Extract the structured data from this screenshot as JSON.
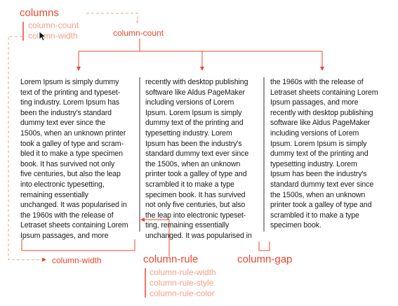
{
  "labels": {
    "columns": "columns",
    "column_count_sub": "column-count",
    "column_width_sub": "column-width",
    "column_count_main": "column-count",
    "column_width_main": "column-width",
    "column_rule_main": "column-rule",
    "column_rule_width": "column-rule-width",
    "column_rule_style": "column-rule-style",
    "column_rule_color": "column-rule-color",
    "column_gap_main": "column-gap"
  },
  "columns": [
    {
      "lines": [
        "Lorem Ipsum is simply dummy",
        "text of the printing and typeset-",
        "ting industry. Lorem Ipsum has",
        "been the industry's standard",
        "dummy text ever since the",
        "1500s, when an unknown printer",
        "took a galley of type and scram-",
        "bled it to make a type specimen",
        "book. It has survived not only",
        "five centuries, but also the leap",
        "into electronic typesetting,",
        "remaining essentially",
        "unchanged. It was popularised in",
        "the 1960s with the release of",
        "Letraset sheets containing Lorem",
        "Ipsum passages, and more"
      ]
    },
    {
      "lines": [
        "recently with desktop publishing",
        "software like Aldus PageMaker",
        "including versions of Lorem",
        "Ipsum. Lorem Ipsum is simply",
        "dummy text of the printing and",
        "typesetting industry. Lorem",
        "Ipsum has been the industry's",
        "standard dummy text ever since",
        "the 1500s, when an unknown",
        "printer took a galley of type and",
        "scrambled it to make a type",
        "specimen book. It has survived",
        "not only five centuries, but also",
        "the leap into electronic typeset-",
        "ting, remaining essentially",
        "unchanged. It was popularised in"
      ]
    },
    {
      "lines": [
        "the 1960s with the release of",
        "Letraset sheets containing Lorem",
        "Ipsum passages, and more",
        "recently with desktop publishing",
        "software like Aldus PageMaker",
        "including versions of Lorem",
        "Ipsum.  Lorem Ipsum is simply",
        "dummy text of the printing and",
        "typesetting industry. Lorem",
        "Ipsum has been the industry's",
        "standard dummy text ever since",
        "the 1500s, when an unknown",
        "printer took a galley of type and",
        "scrambled it to make a type",
        "specimen book."
      ]
    }
  ],
  "colors": {
    "accent": "#e8472d",
    "accent_light": "#f0a08a",
    "text": "#1a1a1a",
    "rule": "#333333"
  },
  "icons": [
    "pointer-cursor-icon",
    "arrow-down-icon",
    "arrow-right-icon",
    "arrow-left-icon"
  ]
}
